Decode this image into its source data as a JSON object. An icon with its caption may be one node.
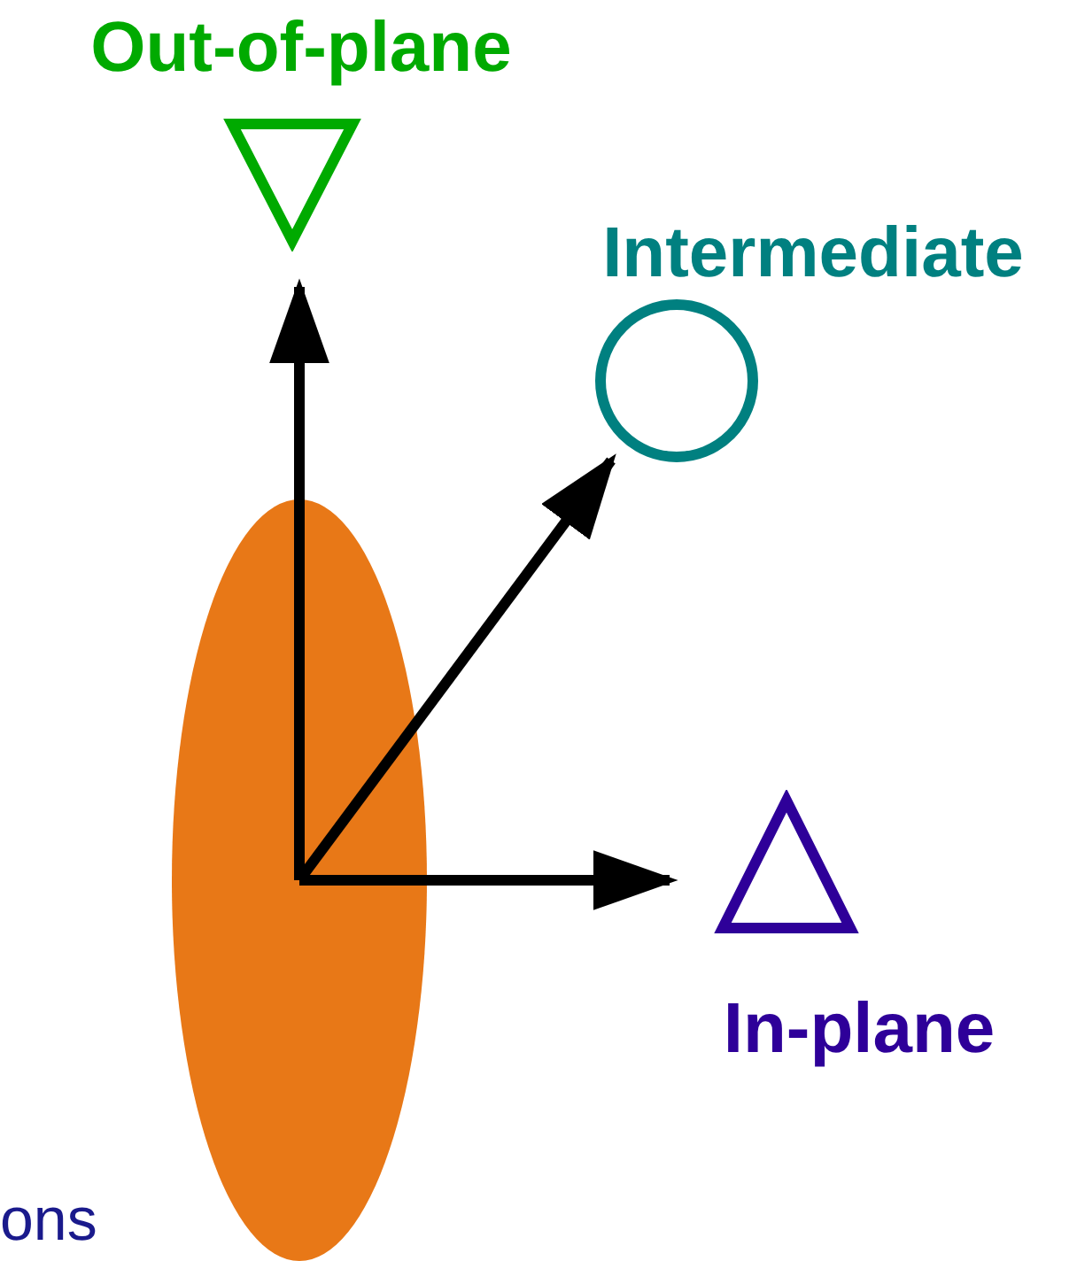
{
  "diagram": {
    "nodes": [
      {
        "text": [],
        "shape": "ellipse"
      },
      {
        "text": [
          "Out-of-plane"
        ]
      },
      {
        "text": [
          "Intermediate"
        ]
      },
      {
        "text": [
          "In-plane"
        ]
      }
    ],
    "edges": [
      {
        "from": 0,
        "to": 1,
        "arrow": "to"
      },
      {
        "from": 0,
        "to": 2,
        "arrow": "to"
      },
      {
        "from": 0,
        "to": 3,
        "arrow": "to"
      }
    ],
    "labels": [
      "ons"
    ]
  }
}
